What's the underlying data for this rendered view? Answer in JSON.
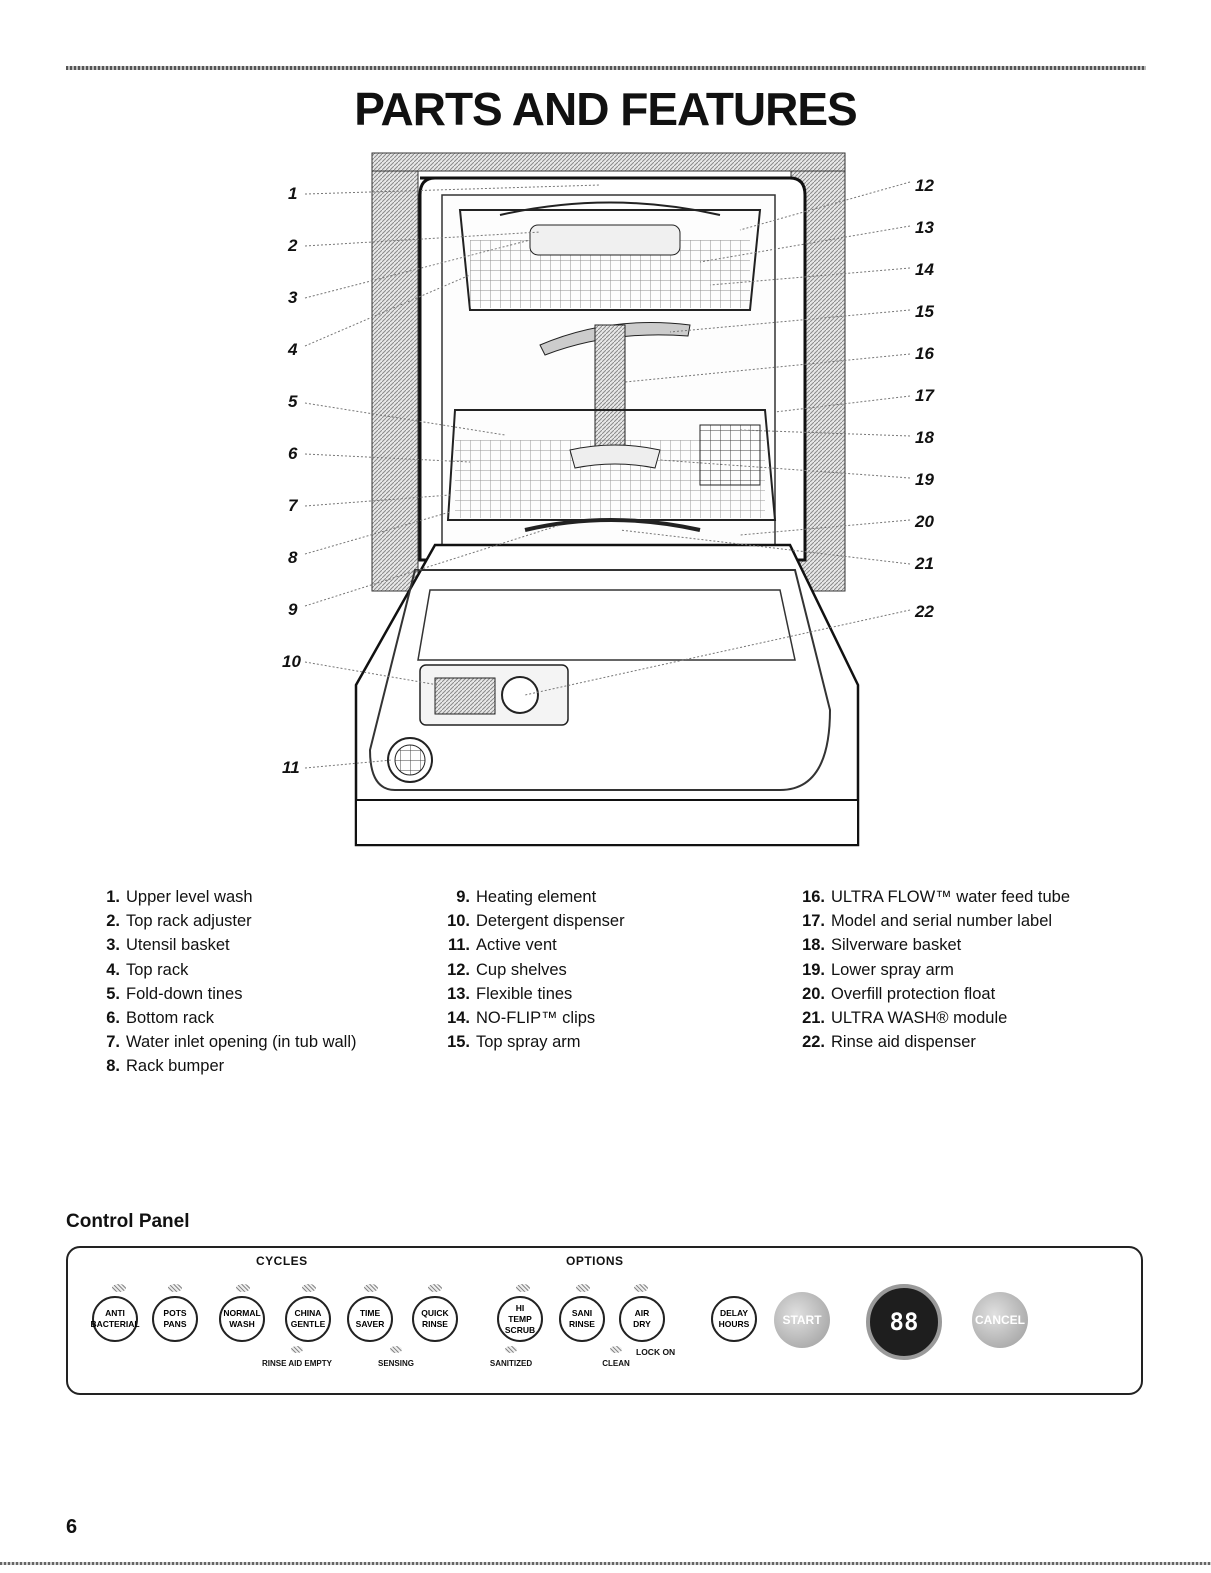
{
  "header": {
    "title": "PARTS AND FEATURES"
  },
  "callouts": [
    "1",
    "2",
    "3",
    "4",
    "5",
    "6",
    "7",
    "8",
    "9",
    "10",
    "11",
    "12",
    "13",
    "14",
    "15",
    "16",
    "17",
    "18",
    "19",
    "20",
    "21",
    "22"
  ],
  "parts": {
    "col1": [
      {
        "num": "1.",
        "label": "Upper level wash"
      },
      {
        "num": "2.",
        "label": "Top rack adjuster"
      },
      {
        "num": "3.",
        "label": "Utensil basket"
      },
      {
        "num": "4.",
        "label": "Top rack"
      },
      {
        "num": "5.",
        "label": "Fold-down tines"
      },
      {
        "num": "6.",
        "label": "Bottom rack"
      },
      {
        "num": "7.",
        "label": "Water inlet opening (in tub wall)"
      },
      {
        "num": "8.",
        "label": "Rack bumper"
      }
    ],
    "col2": [
      {
        "num": "9.",
        "label": "Heating element"
      },
      {
        "num": "10.",
        "label": "Detergent dispenser"
      },
      {
        "num": "11.",
        "label": "Active vent"
      },
      {
        "num": "12.",
        "label": "Cup shelves"
      },
      {
        "num": "13.",
        "label": "Flexible tines"
      },
      {
        "num": "14.",
        "label": "NO-FLIP™ clips"
      },
      {
        "num": "15.",
        "label": "Top spray arm"
      }
    ],
    "col3": [
      {
        "num": "16.",
        "label": "ULTRA FLOW™ water feed tube"
      },
      {
        "num": "17.",
        "label": "Model and serial number label"
      },
      {
        "num": "18.",
        "label": "Silverware basket"
      },
      {
        "num": "19.",
        "label": "Lower spray arm"
      },
      {
        "num": "20.",
        "label": "Overfill protection float"
      },
      {
        "num": "21.",
        "label": "ULTRA WASH® module"
      },
      {
        "num": "22.",
        "label": "Rinse aid dispenser"
      }
    ]
  },
  "control_panel": {
    "title": "Control Panel",
    "cycles_label": "CYCLES",
    "options_label": "OPTIONS",
    "buttons": {
      "anti_bacterial": [
        "ANTI",
        "BACTERIAL"
      ],
      "pots_pans": [
        "POTS",
        "PANS"
      ],
      "normal_wash": [
        "NORMAL",
        "WASH"
      ],
      "china_gentle": [
        "CHINA",
        "GENTLE"
      ],
      "time_saver": [
        "TIME",
        "SAVER"
      ],
      "quick_rinse": [
        "QUICK",
        "RINSE"
      ],
      "hi_temp_scrub": [
        "HI TEMP",
        "SCRUB"
      ],
      "sani_rinse": [
        "SANI",
        "RINSE"
      ],
      "air_dry": [
        "AIR",
        "DRY"
      ],
      "delay_hours": [
        "DELAY",
        "HOURS"
      ],
      "start": "START",
      "cancel": "CANCEL"
    },
    "lock_on": "LOCK ON",
    "display_value": "88",
    "indicators": [
      "RINSE AID EMPTY",
      "SENSING",
      "SANITIZED",
      "CLEAN"
    ]
  },
  "footer": {
    "page_number": "6"
  }
}
